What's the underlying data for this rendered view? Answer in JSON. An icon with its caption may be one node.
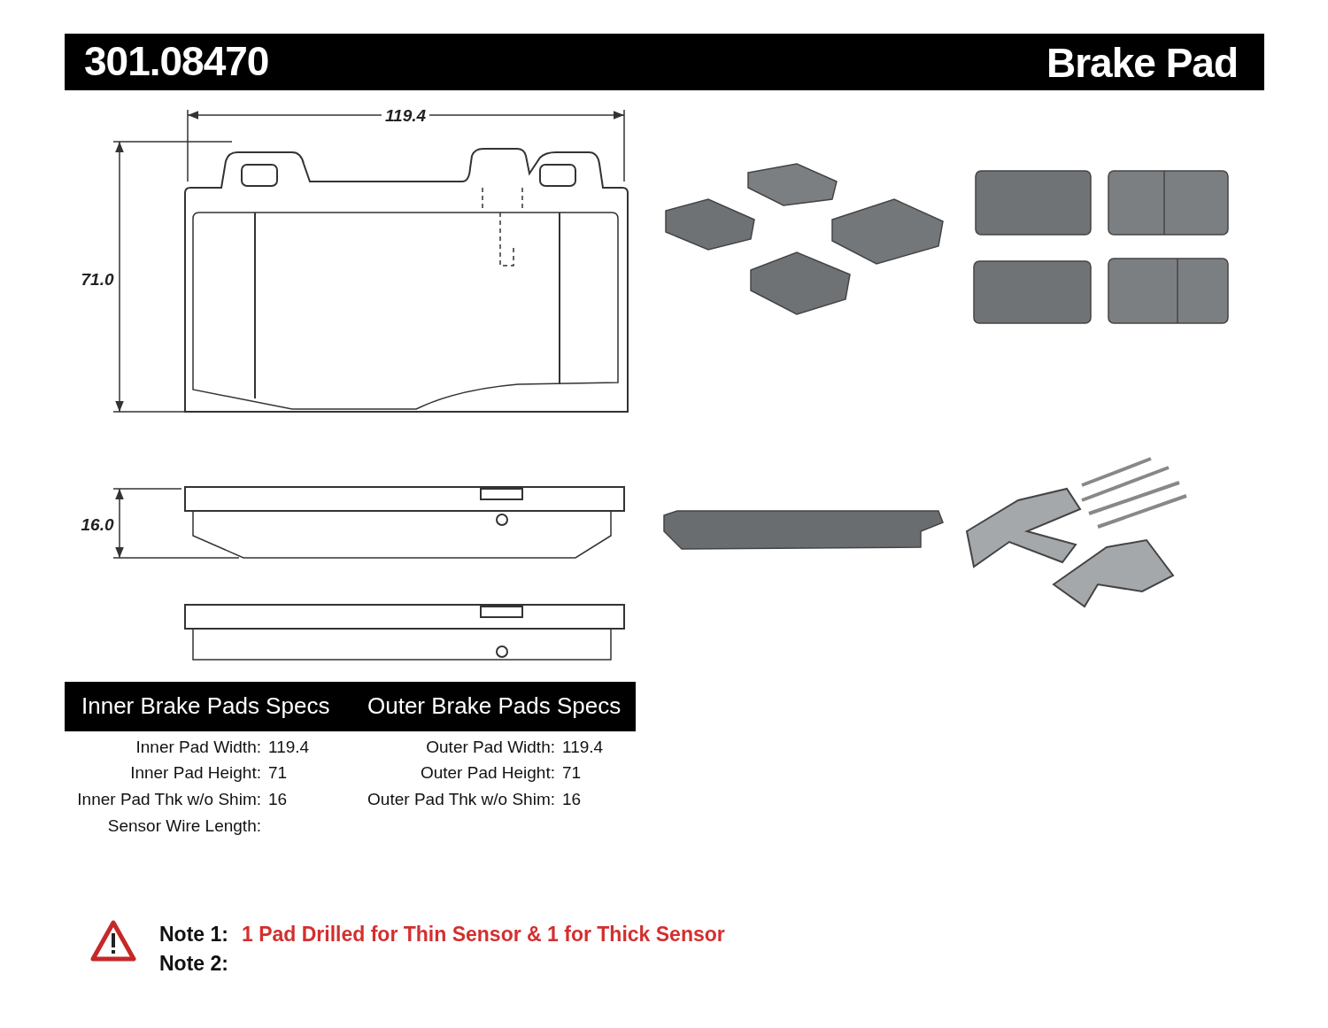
{
  "diagram": {
    "title": "Brake Pad",
    "labels": [
      "301.08470",
      "119.4",
      "71.0",
      "16.0",
      "Inner Brake Pads Specs",
      "Outer Brake Pads Specs",
      "Inner Pad Width:",
      "119.4",
      "Outer Pad Width:",
      "119.4",
      "Inner Pad Height:",
      "71",
      "Outer Pad Height:",
      "71",
      "Inner Pad Thk w/o Shim:",
      "16",
      "Outer Pad Thk w/o Shim:",
      "16",
      "Sensor Wire Length:",
      "Note 1:",
      "1 Pad Drilled for Thin Sensor & 1 for Thick Sensor",
      "Note 2:"
    ]
  }
}
